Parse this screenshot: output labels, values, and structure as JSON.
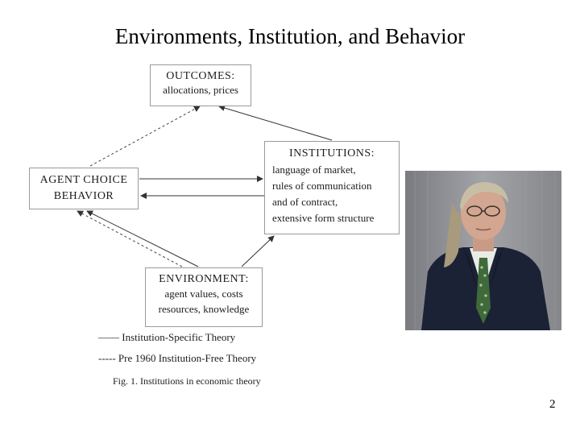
{
  "title": "Environments, Institution, and Behavior",
  "figure": {
    "outcomes": {
      "heading": "OUTCOMES:",
      "lines": [
        "allocations, prices"
      ]
    },
    "agent": {
      "lines": [
        "AGENT CHOICE",
        "BEHAVIOR"
      ]
    },
    "institutions": {
      "heading": "INSTITUTIONS:",
      "lines": [
        "language of market,",
        "rules of communication",
        "and of contract,",
        "extensive form structure"
      ]
    },
    "environment": {
      "heading": "ENVIRONMENT:",
      "lines": [
        "agent values, costs",
        "resources, knowledge"
      ]
    },
    "legend": {
      "solid": "—— Institution-Specific Theory",
      "dashed": "----- Pre 1960 Institution-Free Theory"
    },
    "caption": "Fig. 1.  Institutions in economic theory"
  },
  "photo": {
    "subject": "older man with long gray hair, glasses, dark suit, green patterned tie"
  },
  "page_number": "2"
}
